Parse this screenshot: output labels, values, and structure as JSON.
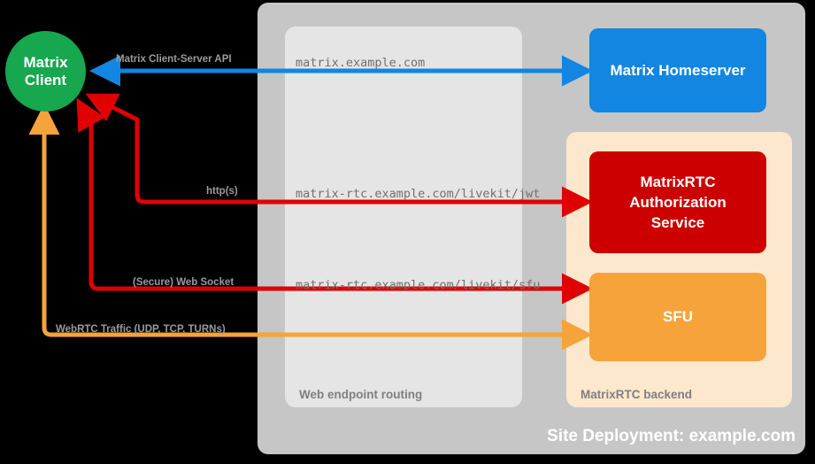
{
  "diagram": {
    "title": "Site Deployment: example.com",
    "background": "#000000"
  },
  "nodes": {
    "client": {
      "label": "Matrix\nClient",
      "line1": "Matrix",
      "line2": "Client",
      "color": "#17a74f",
      "shape": "circle"
    },
    "homeserver": {
      "label": "Matrix Homeserver",
      "color": "#1286e0",
      "shape": "rounded-rect"
    },
    "auth_service": {
      "label": "MatrixRTC\nAuthorization\nService",
      "line1": "MatrixRTC",
      "line2": "Authorization",
      "line3": "Service",
      "color": "#cc0000",
      "shape": "rounded-rect"
    },
    "sfu": {
      "label": "SFU",
      "color": "#f7a33c",
      "shape": "rounded-rect"
    }
  },
  "containers": {
    "site": {
      "label": "Site Deployment: example.com",
      "color": "#c6c6c6"
    },
    "web_routing": {
      "label": "Web endpoint routing",
      "color": "#e5e5e5"
    },
    "rtc_backend": {
      "label": "MatrixRTC backend",
      "color": "#fde8cd"
    }
  },
  "endpoints": [
    "matrix.example.com",
    "matrix-rtc.example.com/livekit/jwt",
    "matrix-rtc.example.com/livekit/sfu"
  ],
  "flows": [
    {
      "label": "Matrix Client-Server API",
      "color": "#1286e0",
      "endpoint": "matrix.example.com",
      "target": "Matrix Homeserver",
      "direction": "bidirectional"
    },
    {
      "label": "http(s)",
      "color": "#e00000",
      "endpoint": "matrix-rtc.example.com/livekit/jwt",
      "target": "MatrixRTC Authorization Service",
      "direction": "bidirectional"
    },
    {
      "label": "(Secure) Web Socket",
      "color": "#e00000",
      "endpoint": "matrix-rtc.example.com/livekit/sfu",
      "target": "SFU",
      "direction": "bidirectional"
    },
    {
      "label": "WebRTC Traffic (UDP, TCP, TURNs)",
      "color": "#f7a33c",
      "endpoint": "",
      "target": "SFU",
      "direction": "bidirectional"
    }
  ]
}
